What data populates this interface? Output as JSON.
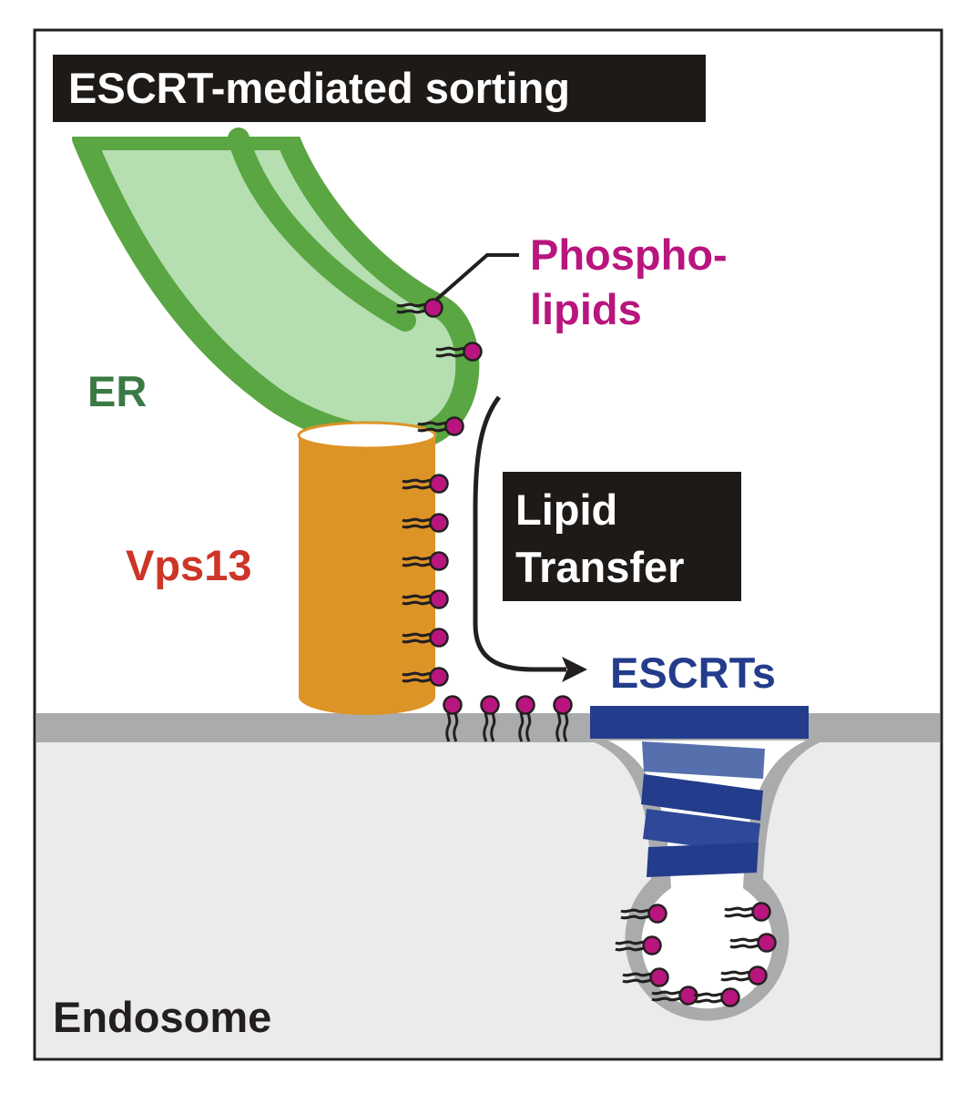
{
  "title": "ESCRT-mediated sorting",
  "labels": {
    "er": "ER",
    "vps13": "Vps13",
    "phospholipids_line1": "Phospho-",
    "phospholipids_line2": "lipids",
    "lipid_transfer_line1": "Lipid",
    "lipid_transfer_line2": "Transfer",
    "escrts": "ESCRTs",
    "endosome": "Endosome"
  },
  "colors": {
    "er_outline": "#5aa642",
    "er_lumen": "#b5deb1",
    "vps13": "#dd9427",
    "escrt": "#233c8c",
    "phospholipid_head": "#b8157e",
    "phospholipid_label": "#b8157e",
    "er_label": "#3b7a44",
    "vps13_label": "#cc3527",
    "membrane": "#a9abad",
    "endosome_lumen": "#ebebec",
    "box_fill": "#1e1a17"
  }
}
